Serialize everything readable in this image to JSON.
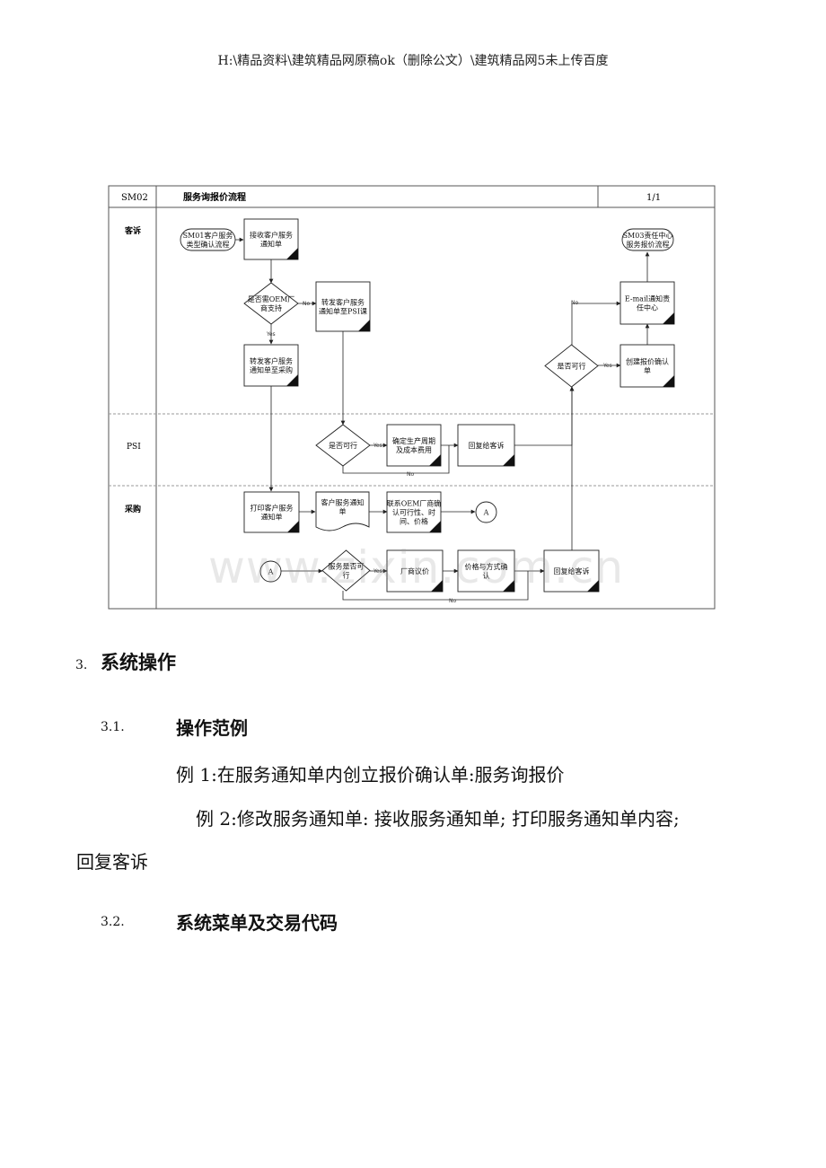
{
  "header": {
    "path": "H:\\精品资料\\建筑精品网原稿ok（删除公文）\\建筑精品网5未上传百度"
  },
  "flowchart": {
    "code": "SM02",
    "title": "服务询报价流程",
    "page": "1/1",
    "lanes": [
      "客诉",
      "PSI",
      "采购"
    ],
    "nodes": {
      "sm01": [
        "SM01客户服务",
        "类型确认流程"
      ],
      "receive": [
        "接收客户服务",
        "通知单"
      ],
      "need_oem": [
        "是否需OEM厂",
        "商支持"
      ],
      "forward_psi": [
        "转发客户服务",
        "通知单至PSI课"
      ],
      "forward_purchase": [
        "转发客户服务",
        "通知单至采购"
      ],
      "feasible_right": [
        "是否可行"
      ],
      "create_quote": [
        "创建报价确认",
        "单"
      ],
      "email": [
        "E-mail通知责",
        "任中心"
      ],
      "sm03": [
        "SM03责任中心",
        "服务报价流程"
      ],
      "psi_feasible": [
        "是否可行"
      ],
      "cycle_cost": [
        "确定生产周期",
        "及成本费用"
      ],
      "psi_reply": [
        "回复给客诉"
      ],
      "print": [
        "打印客户服务",
        "通知单"
      ],
      "doc": [
        "客户服务通知",
        "单"
      ],
      "contact_oem": [
        "联系OEM厂商确",
        "认可行性、时",
        "间、价格"
      ],
      "conn_a1": [
        "A"
      ],
      "conn_a2": [
        "A"
      ],
      "service_feasible": [
        "服务是否可",
        "行"
      ],
      "vendor_price": [
        "厂商议价"
      ],
      "price_confirm": [
        "价格与方式确",
        "认"
      ],
      "purchase_reply": [
        "回复给客诉"
      ]
    },
    "edge_labels": {
      "yes": "Yes",
      "no": "No"
    }
  },
  "watermark": "www.zixin.com.cn",
  "section3": {
    "num": "3.",
    "title": "系统操作"
  },
  "section31": {
    "num": "3.1.",
    "title": "操作范例"
  },
  "example1": "例 1:在服务通知单内创立报价确认单:服务询报价",
  "example2_line1": "例 2:修改服务通知单: 接收服务通知单; 打印服务通知单内容;",
  "example2_line2": "回复客诉",
  "section32": {
    "num": "3.2.",
    "title": "系统菜单及交易代码"
  }
}
